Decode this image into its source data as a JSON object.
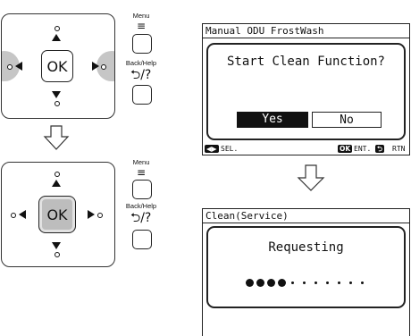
{
  "remote": {
    "ok_label": "OK",
    "menu_label": "Menu",
    "back_help_label": "Back/Help",
    "back_glyph": "⮌/?",
    "menu_glyph": "≡"
  },
  "screen1": {
    "title": "Manual ODU FrostWash",
    "prompt": "Start Clean Function?",
    "yes_label": "Yes",
    "no_label": "No",
    "footer_sel": "SEL.",
    "footer_ok_chip": "OK",
    "footer_ent": "ENT.",
    "footer_rtn": "RTN"
  },
  "screen2": {
    "title": "Clean(Service)",
    "status": "Requesting",
    "progress": {
      "filled": 4,
      "total": 11
    }
  },
  "icons": {
    "dpad_up": "triangle-up-icon",
    "dpad_down": "triangle-down-icon",
    "dpad_left": "triangle-left-icon",
    "dpad_right": "triangle-right-icon",
    "menu": "menu-lines-icon",
    "back": "back-arrow-icon",
    "flow": "down-arrow-icon"
  }
}
